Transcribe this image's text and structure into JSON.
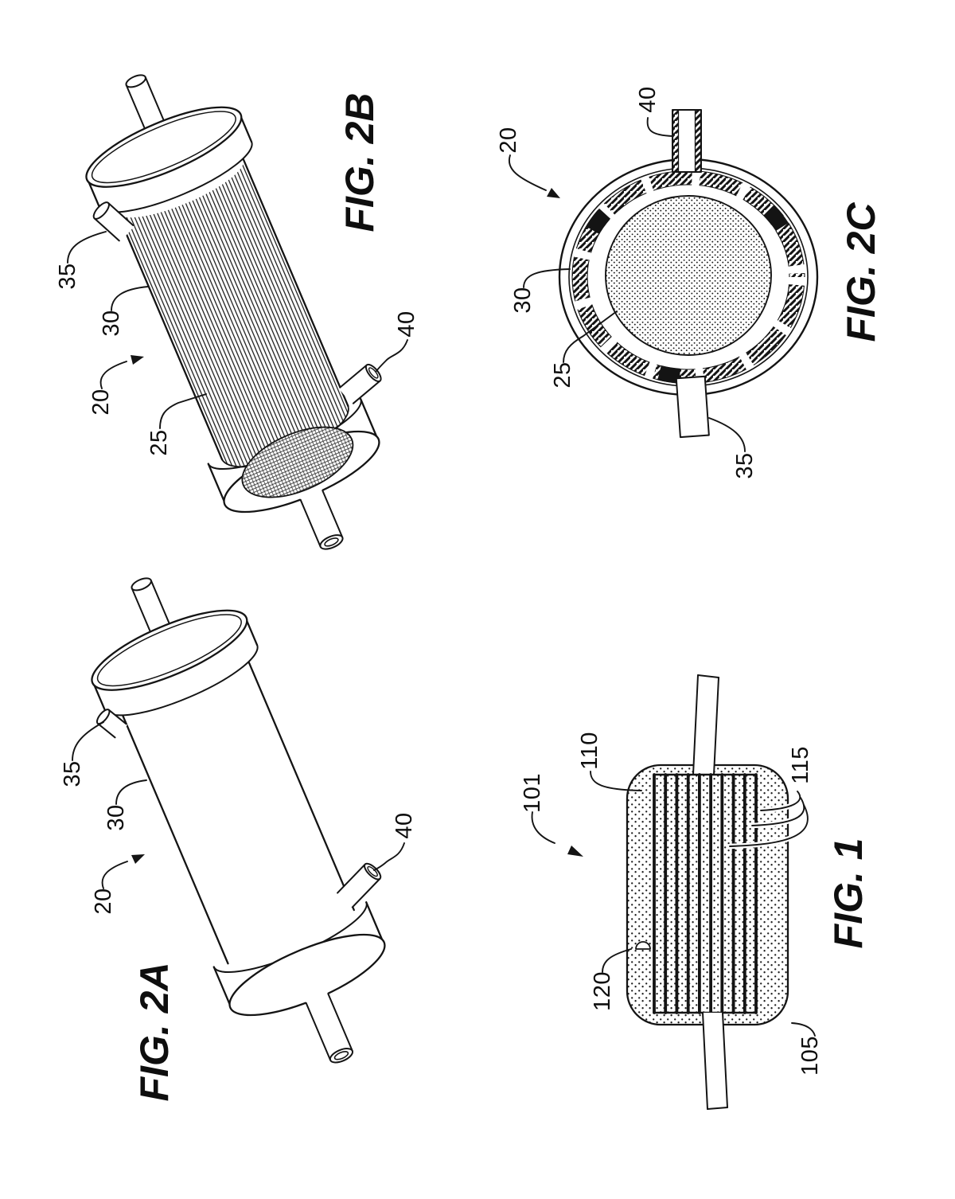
{
  "sheet": {
    "background": "#ffffff",
    "ink_color": "#141414",
    "figures": {
      "fig2b": {
        "caption": "FIG. 2B",
        "refs": [
          "35",
          "30",
          "20",
          "25",
          "40"
        ]
      },
      "fig2c": {
        "caption": "FIG. 2C",
        "refs": [
          "40",
          "20",
          "30",
          "25",
          "35"
        ]
      },
      "fig2a": {
        "caption": "FIG. 2A",
        "refs": [
          "35",
          "30",
          "20",
          "40"
        ]
      },
      "fig1": {
        "caption": "FIG. 1",
        "refs": [
          "110",
          "101",
          "115",
          "120",
          "105"
        ]
      }
    }
  }
}
